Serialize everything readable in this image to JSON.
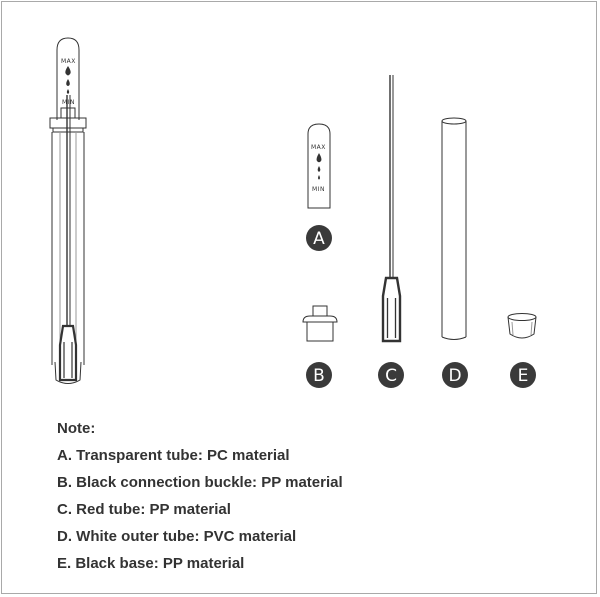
{
  "parts": {
    "A": {
      "letter": "A",
      "max_label": "MAX",
      "min_label": "MIN"
    },
    "B": {
      "letter": "B"
    },
    "C": {
      "letter": "C"
    },
    "D": {
      "letter": "D"
    },
    "E": {
      "letter": "E"
    }
  },
  "assembly": {
    "max_label": "MAX",
    "min_label": "MIN"
  },
  "notes": {
    "heading": "Note:",
    "items": [
      "A. Transparent tube: PC material",
      "B. Black connection buckle: PP material",
      "C. Red tube: PP material",
      "D. White outer tube: PVC material",
      "E. Black base: PP material"
    ]
  },
  "colors": {
    "badge": "#3a3a3a",
    "line": "#333333",
    "frame": "#a9a9a9"
  }
}
